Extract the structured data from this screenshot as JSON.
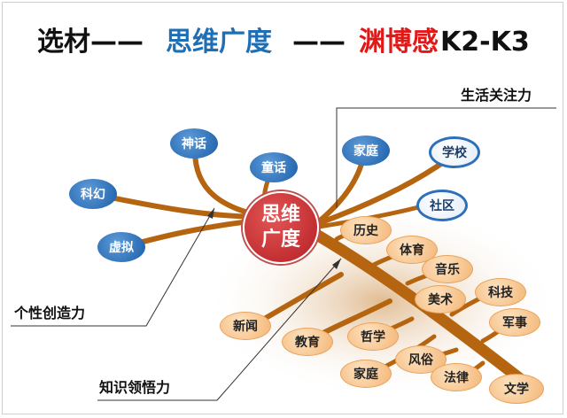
{
  "title": {
    "part1": "选材——",
    "part2": "思维广度",
    "part3": "——",
    "part4": "渊博感",
    "part5": "K2-K3"
  },
  "center": {
    "line1": "思维",
    "line2": "广度"
  },
  "labels": {
    "life": "生活关注力",
    "creative": "个性创造力",
    "knowledge": "知识领悟力"
  },
  "nodes": {
    "shenhua": "神话",
    "tonghua": "童话",
    "kehuan": "科幻",
    "xuni": "虚拟",
    "jiating_top": "家庭",
    "xuexiao": "学校",
    "shequ": "社区",
    "lishi": "历史",
    "tiyu": "体育",
    "yinyue": "音乐",
    "meishu": "美术",
    "keji": "科技",
    "junshi": "军事",
    "xinwen": "新闻",
    "jiaoyu": "教育",
    "zhexue": "哲学",
    "fengsu": "风俗",
    "jiating_bottom": "家庭",
    "falv": "法律",
    "wenxue": "文学"
  },
  "colors": {
    "branch": "#b5650f",
    "blue_node": "#1b5ea8",
    "orange_node": "#f3b677",
    "center_node": "#c22a2e",
    "title_blue": "#1f6fb5",
    "title_red": "#e01818"
  }
}
